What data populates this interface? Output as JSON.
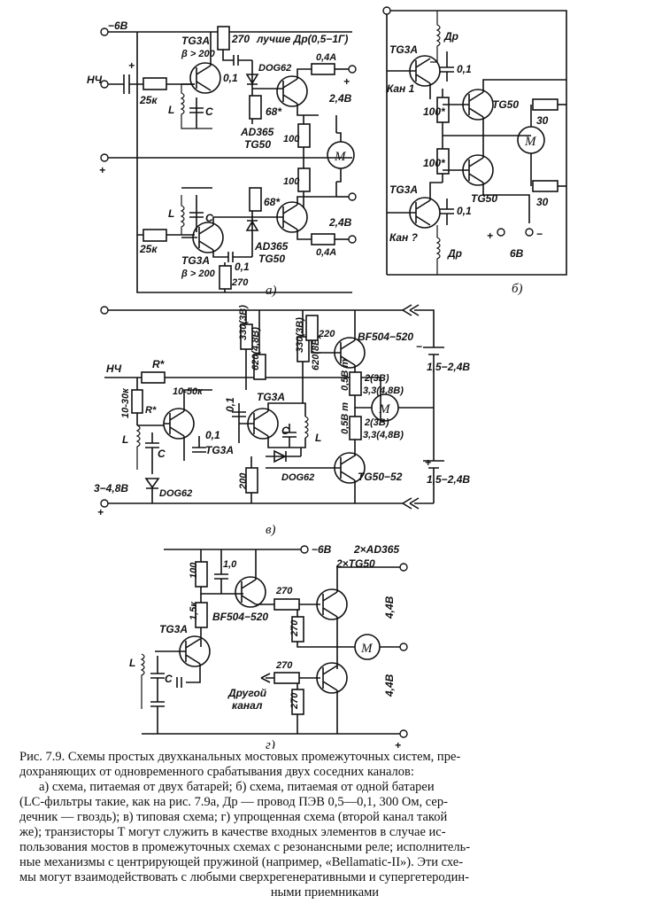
{
  "panels": {
    "a": {
      "label": "а)",
      "supply": "−6В",
      "input": "НЧ",
      "plus": "+",
      "t_top": "TG3A",
      "beta_top": "β > 200",
      "t_bot": "TG3A",
      "beta_bot": "β > 200",
      "r_top_base": "25к",
      "r_bot_base": "25к",
      "l1": "L",
      "c1": "C",
      "l2": "L",
      "c2": "C",
      "r270_top": "270",
      "note": "лучше Др(0,5−1Г)",
      "cap_top": "0,1",
      "diode": "DOG62",
      "r68_top": "68*",
      "r68_bot": "68*",
      "tr_out": "AD365",
      "tr_out2": "TG50",
      "tr_out_b": "AD365",
      "tr_out2_b": "TG50",
      "r100a": "100",
      "r100b": "100",
      "fuse_top": "0,4А",
      "fuse_bot": "0,4А",
      "v_top": "2,4В",
      "v_bot": "2,4В",
      "motor": "M",
      "cap_bot": "0,1",
      "r270_bot": "270"
    },
    "b": {
      "label": "б)",
      "t1": "TG3A",
      "dr1": "Др",
      "c1": "0,1",
      "ch1": "Кан 1",
      "r1": "100*",
      "r2": "100*",
      "tg50a": "TG50",
      "tg50b": "TG50",
      "r30a": "30",
      "r30b": "30",
      "motor": "M",
      "t2": "TG3A",
      "c2": "0,1",
      "ch2": "Кан ?",
      "dr2": "Др",
      "plus": "+",
      "minus": "−",
      "batt": "6В"
    },
    "c": {
      "label": "в)",
      "input": "НЧ",
      "rstar": "R*",
      "r1050": "10-50к",
      "r1030": "10-30к",
      "rstar2": "R*",
      "l": "L",
      "c": "C",
      "c01": "0,1",
      "t1": "TG3A",
      "t2": "TG3A",
      "c02": "0,1",
      "c2": "C",
      "l2": "L",
      "r330a": "330(3В)",
      "r620a": "620(4,8В)",
      "r330b": "330(3В)",
      "r620b": "620(8В)",
      "r220": "220",
      "tr_top": "BF504−520",
      "tr_bot": "TG50−52",
      "r2a": "2(3В)",
      "r33a": "3,3(4,8В)",
      "r2b": "2(3В)",
      "r33b": "3,3(4,8В)",
      "i1": "0,5В т",
      "i2": "0,5В т",
      "motor": "M",
      "batt1": "1,5−2,4В",
      "batt2": "1,5−2,4В",
      "r200": "200",
      "diode": "DOG62",
      "diode2": "DOG62",
      "supply": "3−4,8В",
      "plus": "+"
    },
    "d": {
      "label": "г)",
      "supply": "−6В",
      "tr_note1": "2×AD365",
      "tr_note2": "2×TG50",
      "r100": "100",
      "c10": "1,0",
      "r15k": "1,5к",
      "tr_mid": "BF504−520",
      "t_in": "TG3A",
      "r270a": "270",
      "r270b": "270",
      "r270c": "270",
      "r270d": "270",
      "v1": "4,4В",
      "v2": "4,4В",
      "motor": "M",
      "other": "Другой",
      "other2": "канал",
      "l": "L",
      "c": "C"
    }
  },
  "caption": {
    "line1": "Рис. 7.9. Схемы простых двухканальных мостовых промежуточных систем, пре-",
    "line2": "дохраняющих от одновременного срабатывания двух соседних каналов:",
    "line3": "а) схема, питаемая от двух батарей; б) схема, питаемая от одной батареи",
    "line4": "(LC-фильтры такие, как на рис. 7.9а, Др — провод ПЭВ 0,5—0,1, 300 Ом, сер-",
    "line5": "дечник — гвоздь); в) типовая схема; г) упрощенная схема (второй канал такой",
    "line6": "же); транзисторы T могут служить в качестве входных элементов в случае ис-",
    "line7": "пользования мостов в промежуточных схемах с резонансными реле; исполнитель-",
    "line8": "ные механизмы с центрирующей пружиной (например, «Bellamatic-II»). Эти схе-",
    "line9": "мы могут взаимодействовать с любыми сверхрегенеративными и супергетеродин-",
    "line10": "ными приемниками"
  }
}
